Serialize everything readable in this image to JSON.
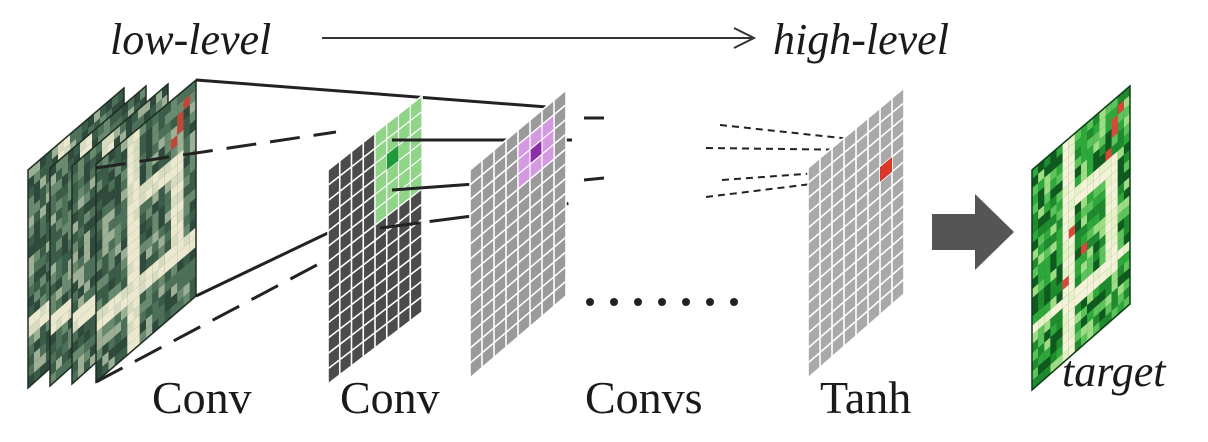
{
  "header": {
    "left_label": "low-level",
    "right_label": "high-level"
  },
  "stages": [
    {
      "label": "Conv"
    },
    {
      "label": "Conv"
    },
    {
      "label": "Convs"
    },
    {
      "label": "Tanh"
    }
  ],
  "output": {
    "label": "target"
  },
  "colors": {
    "input_map_dark": "#2f4a3c",
    "feature_grid_dark": "#4b4b4b",
    "feature_grid_mid": "#9a9a9a",
    "feature_grid_light": "#a9a9a9",
    "kernel_green": "#8fd487",
    "kernel_green_center": "#1f9a3a",
    "kernel_purple": "#d39ae0",
    "kernel_purple_center": "#8a2fa8",
    "tanh_cell_red": "#d83a2a",
    "arrow_gray": "#555555",
    "target_green": "#1f8a2e"
  },
  "icons": {
    "flow_arrow": "block-arrow-right-icon",
    "direction_arrow": "thin-arrow-right-icon"
  }
}
